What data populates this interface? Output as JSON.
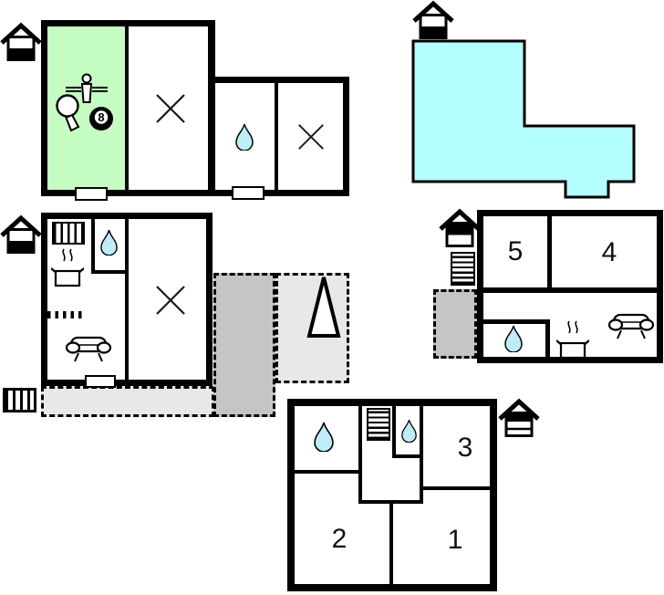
{
  "plan": {
    "kind": "holiday-home-floor-plan",
    "colors": {
      "games_room": "#c4fcc2",
      "water_area": "#b3feff",
      "water_drop": "#bdeef7",
      "terrace_light": "#e8e8e8",
      "terrace_dark": "#c5c5c5",
      "wall": "#000000",
      "room": "#ffffff"
    },
    "labels": {
      "room1": "1",
      "room2": "2",
      "room3": "3",
      "room4": "4",
      "room5": "5",
      "billiard_ball": "8"
    },
    "icons": {
      "entrance_marker": "house-storey-indicator",
      "games": [
        "foosball",
        "table-tennis",
        "billiards-8-ball"
      ],
      "bathroom": "water-drop",
      "unspecified_room": "cross",
      "stairs": "striped-stairs",
      "kitchen": "pot-with-steam",
      "living": "sofa",
      "outdoor": [
        "tree",
        "terrace-dashed"
      ],
      "radiator": "dash-row",
      "window": "hatched-window"
    }
  }
}
